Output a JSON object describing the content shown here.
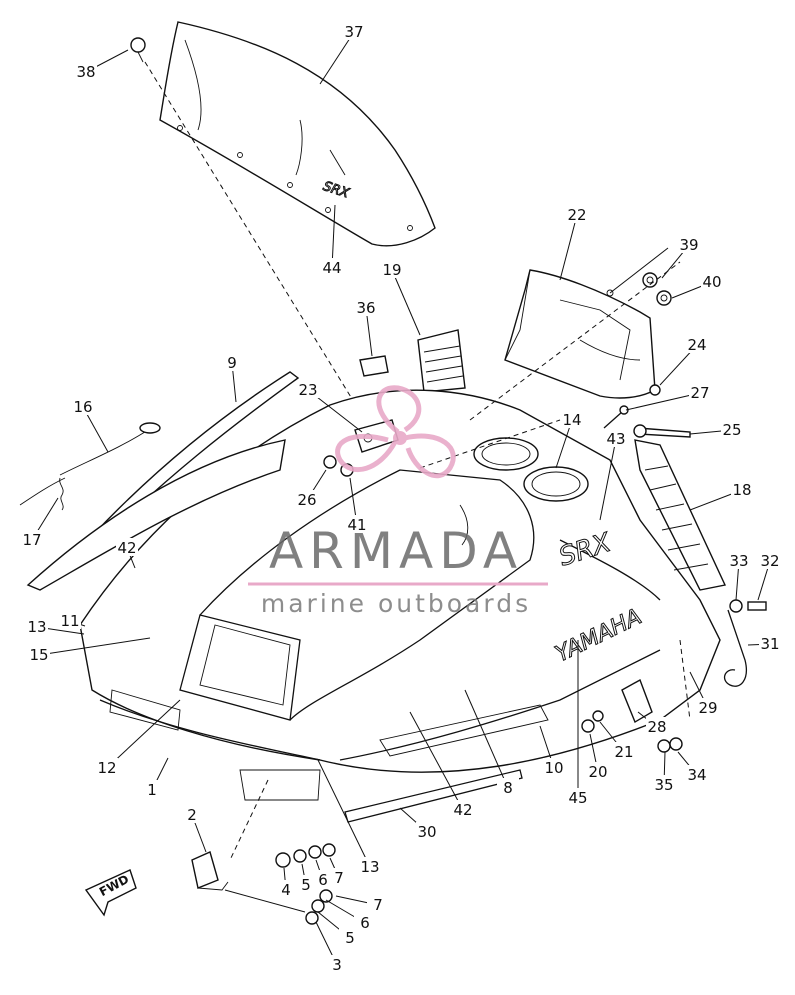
{
  "watermark": {
    "title": "ARMADA",
    "subtitle": "marine outboards",
    "logo_color": "#e8a9c8",
    "line_color": "#e8a9c8"
  },
  "part_labels": [
    "1",
    "2",
    "3",
    "4",
    "5",
    "5",
    "6",
    "6",
    "7",
    "7",
    "8",
    "9",
    "10",
    "11",
    "12",
    "13",
    "13",
    "14",
    "15",
    "16",
    "17",
    "18",
    "19",
    "20",
    "21",
    "22",
    "23",
    "24",
    "25",
    "26",
    "27",
    "28",
    "29",
    "30",
    "31",
    "32",
    "33",
    "34",
    "35",
    "36",
    "37",
    "38",
    "39",
    "40",
    "41",
    "42",
    "42",
    "43",
    "44",
    "45"
  ],
  "decals": {
    "srx_hood": "SRX",
    "yamaha": "YAMAHA",
    "srx_windshield": "SRX",
    "fwd": "FWD"
  }
}
